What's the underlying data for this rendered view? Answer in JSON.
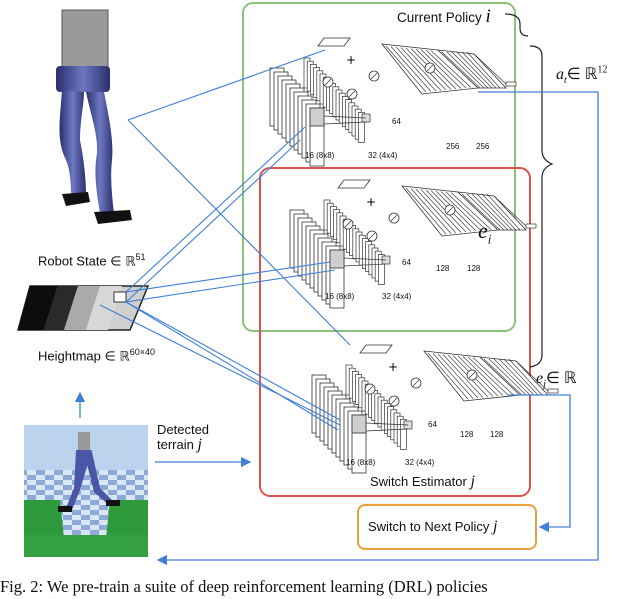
{
  "diagram": {
    "current_policy_label": "Current Policy",
    "current_policy_var": "i",
    "action_var": "a",
    "action_sub": "t",
    "action_space": "∈ ℝ",
    "action_dim": "12",
    "embed_var": "e",
    "embed_sub": "i",
    "switch_embed_var": "e",
    "switch_embed_sub": "j",
    "switch_embed_space": "∈ ℝ",
    "robot_state_label": "Robot State ∈ ℝ",
    "robot_state_dim": "51",
    "heightmap_label": "Heightmap ∈ ℝ",
    "heightmap_dim": "60×40",
    "detected_label_1": "Detected",
    "detected_label_2": "terrain",
    "detected_var": "j",
    "switch_estimator_label": "Switch Estimator",
    "switch_estimator_var": "j",
    "switch_next_label": "Switch to Next Policy",
    "switch_next_var": "j",
    "net_top": {
      "conv1": "16 (8x8)",
      "conv2": "32 (4x4)",
      "fc0": "64",
      "fc1": "256",
      "fc2": "256"
    },
    "net_mid": {
      "conv1": "16 (8x8)",
      "conv2": "32 (4x4)",
      "fc0": "64",
      "fc1": "128",
      "fc2": "128"
    },
    "net_bot": {
      "conv1": "16 (8x8)",
      "conv2": "32 (4x4)",
      "fc0": "64",
      "fc1": "128",
      "fc2": "128"
    },
    "colors": {
      "policy_box": "#8dc07a",
      "estimator_box": "#d9534f",
      "next_box": "#e8a040",
      "arrow": "#3f7fd6"
    }
  },
  "caption": "Fig. 2: We pre-train a suite of deep reinforcement learning (DRL) policies"
}
